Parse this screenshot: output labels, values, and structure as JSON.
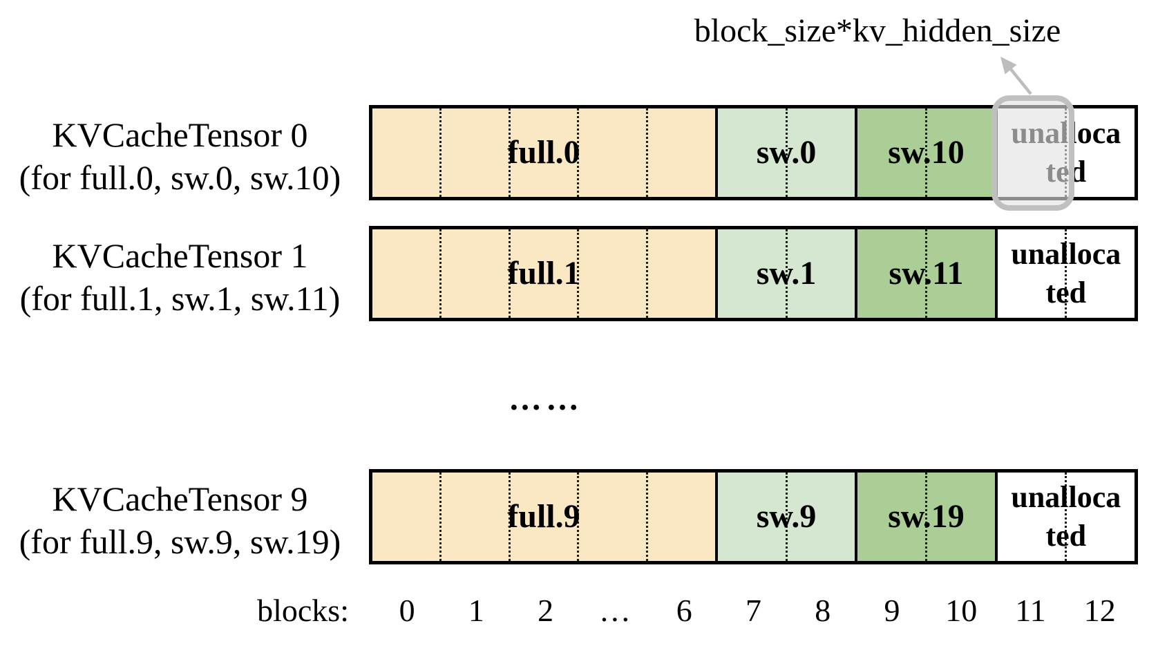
{
  "annotation": {
    "label": "block_size*kv_hidden_size"
  },
  "colors": {
    "full_block": "#FAE8C5",
    "sw_light_block": "#D6E7D1",
    "sw_dark_block": "#AACE96",
    "unallocated_block": "#FFFFFF",
    "border": "#000000",
    "highlight_gray": "#C0C0C0"
  },
  "rows": [
    {
      "title": "KVCacheTensor 0",
      "subtitle": "(for full.0, sw.0, sw.10)",
      "full": "full.0",
      "sw_a": "sw.0",
      "sw_b": "sw.10",
      "unallocated_line1": "unalloca",
      "unallocated_line2": "ted"
    },
    {
      "title": "KVCacheTensor 1",
      "subtitle": "(for full.1, sw.1, sw.11)",
      "full": "full.1",
      "sw_a": "sw.1",
      "sw_b": "sw.11",
      "unallocated_line1": "unalloca",
      "unallocated_line2": "ted"
    },
    {
      "title": "KVCacheTensor 9",
      "subtitle": "(for full.9, sw.9, sw.19)",
      "full": "full.9",
      "sw_a": "sw.9",
      "sw_b": "sw.19",
      "unallocated_line1": "unalloca",
      "unallocated_line2": "ted"
    }
  ],
  "mid_ellipsis": "……",
  "axis": {
    "label": "blocks:",
    "ticks": [
      "0",
      "1",
      "2",
      "…",
      "6",
      "7",
      "8",
      "9",
      "10",
      "11",
      "12"
    ]
  }
}
